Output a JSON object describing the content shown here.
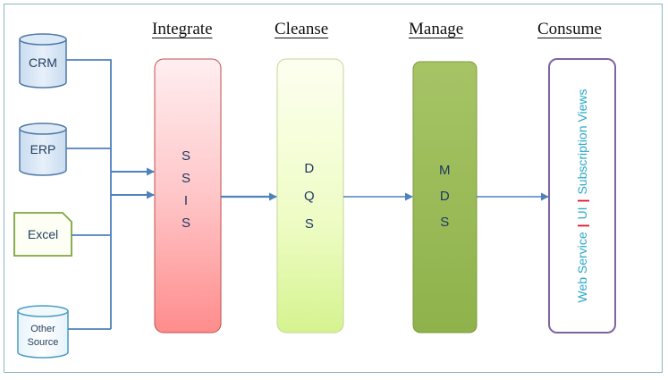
{
  "stages": {
    "integrate": {
      "title": "Integrate",
      "letters": [
        "S",
        "S",
        "I",
        "S"
      ]
    },
    "cleanse": {
      "title": "Cleanse",
      "letters": [
        "D",
        "Q",
        "S"
      ]
    },
    "manage": {
      "title": "Manage",
      "letters": [
        "M",
        "D",
        "S"
      ]
    },
    "consume": {
      "title": "Consume",
      "items": [
        "Web Service",
        "UI",
        "Subscription Views"
      ],
      "separator": "|"
    }
  },
  "sources": {
    "crm": "CRM",
    "erp": "ERP",
    "excel": "Excel",
    "other_line1": "Other",
    "other_line2": "Source"
  },
  "colors": {
    "frame": "#8ab6c6",
    "connector": "#4f81bd",
    "source_fill": "#dbe8f5",
    "integrate_fill_top": "#ffe9ea",
    "integrate_fill_bottom": "#ff9090",
    "cleanse_fill_top": "#fbffe8",
    "cleanse_fill_bottom": "#d9f59a",
    "manage_fill": "#9bbb59",
    "consume_border": "#8064a2",
    "consume_text": "#2aa8c8",
    "separator": "#e0142a"
  }
}
